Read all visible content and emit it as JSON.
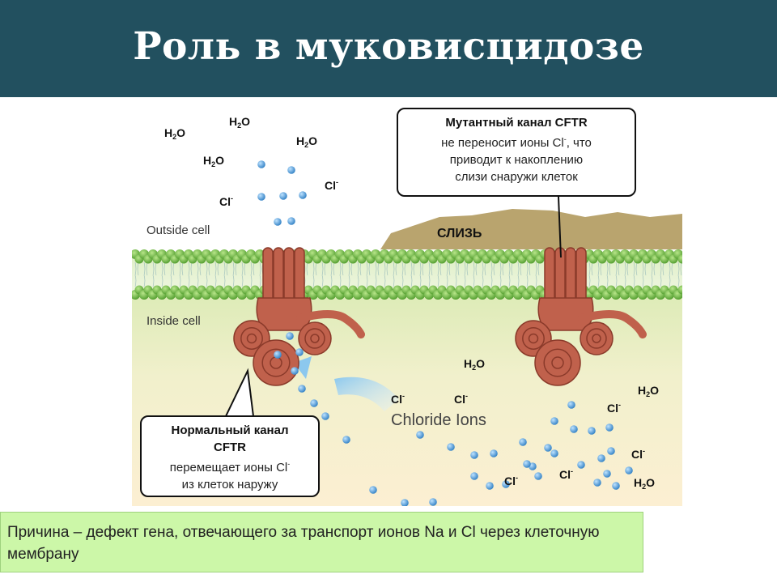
{
  "slide": {
    "title": "Роль в муковисцидозе"
  },
  "diagram": {
    "outside_label": "Outside cell",
    "inside_label": "Inside cell",
    "mucus_label": "СЛИЗЬ",
    "chloride_label": "Chloride Ions",
    "water": {
      "base": "H",
      "sub": "2",
      "tail": "O"
    },
    "chloride": {
      "base": "Cl",
      "sup": "-"
    },
    "mutant_callout": {
      "title": "Мутантный канал CFTR",
      "line1a": "не переносит ионы Cl",
      "line1sup": "-",
      "line1b": ", что",
      "line2": "приводит к накоплению",
      "line3": "слизи снаружи клеток"
    },
    "normal_callout": {
      "title1": "Нормальный канал",
      "title2": "CFTR",
      "line1a": "перемещает ионы Cl",
      "line1sup": "-",
      "line2": "из клеток наружу"
    },
    "colors": {
      "membrane": "#7cc242",
      "protein": "#c0614c",
      "ion": "#3f8fcf",
      "mucus": "#b9a46e"
    }
  },
  "cause": {
    "text": "Причина – дефект гена, отвечающего за транспорт ионов Na и Cl через клеточную мембрану"
  }
}
